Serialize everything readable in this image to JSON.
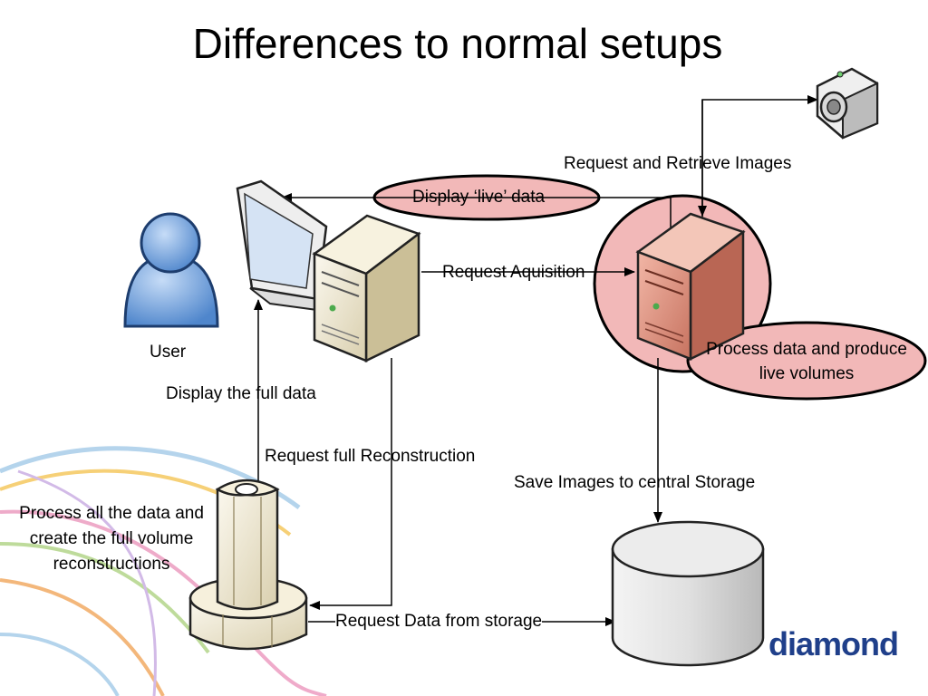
{
  "title": "Differences to normal setups",
  "labels": {
    "user": "User",
    "request_retrieve_images": "Request and Retrieve Images",
    "display_live_data": "Display ‘live’ data",
    "request_aquisition": "Request Aquisition",
    "process_live": "Process data and produce live volumes",
    "display_full_data": "Display the full data",
    "request_full_reconstruction": "Request full Reconstruction",
    "save_images": "Save Images to central Storage",
    "process_all": "Process all the data and create the full volume reconstructions",
    "request_data_storage": "Request Data from storage"
  },
  "logo": "diamond",
  "colors": {
    "highlight_fill": "#f2b8b8",
    "highlight_stroke": "#000000",
    "server_beige": "#ece6cf",
    "server_red": "#d88a78",
    "user_blue": "#5b8fd1",
    "logo_blue": "#1f3f8a"
  }
}
